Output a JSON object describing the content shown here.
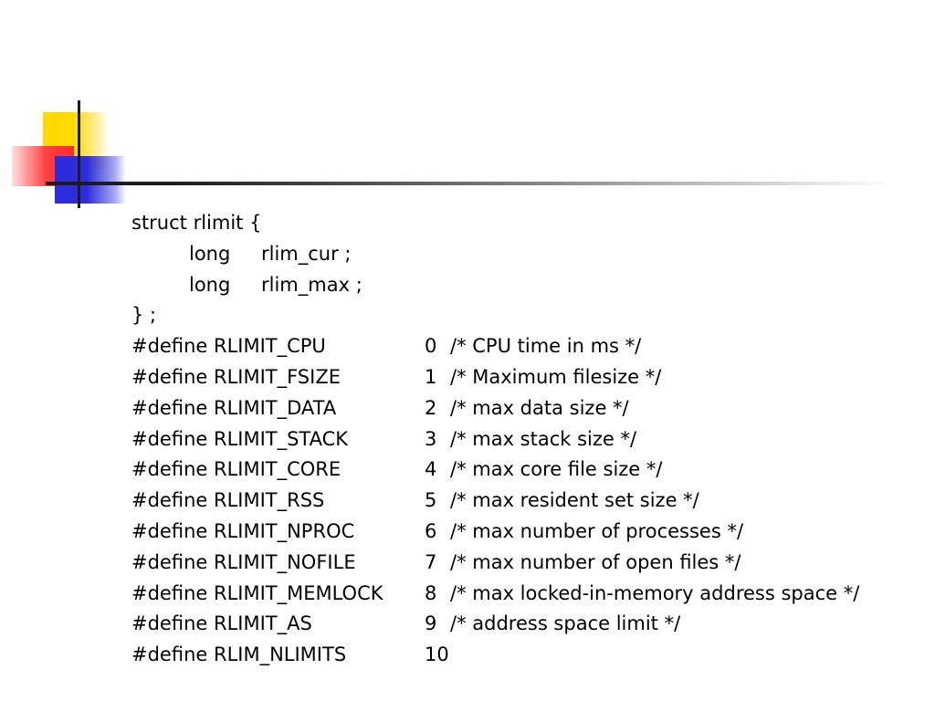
{
  "struct": {
    "open": "struct rlimit {",
    "fields": [
      {
        "type": "long",
        "name": "rlim_cur ;"
      },
      {
        "type": "long",
        "name": "rlim_max ;"
      }
    ],
    "close": "} ;"
  },
  "defines": [
    {
      "name": "#define RLIMIT_CPU",
      "value": "0",
      "comment": "/* CPU time in ms */"
    },
    {
      "name": "#define RLIMIT_FSIZE",
      "value": "1",
      "comment": "/* Maximum filesize */"
    },
    {
      "name": "#define RLIMIT_DATA",
      "value": "2",
      "comment": "/* max data size */"
    },
    {
      "name": "#define RLIMIT_STACK",
      "value": "3",
      "comment": "/* max stack size */"
    },
    {
      "name": "#define RLIMIT_CORE",
      "value": "4",
      "comment": "/* max core file size */"
    },
    {
      "name": "#define RLIMIT_RSS",
      "value": "5",
      "comment": "/* max resident set size */"
    },
    {
      "name": "#define RLIMIT_NPROC",
      "value": "6",
      "comment": "/* max number of processes */"
    },
    {
      "name": "#define RLIMIT_NOFILE",
      "value": "7",
      "comment": "/* max number of open files */"
    },
    {
      "name": "#define RLIMIT_MEMLOCK",
      "value": "8",
      "comment": "/* max locked-in-memory address space */"
    },
    {
      "name": "#define RLIMIT_AS",
      "value": "9",
      "comment": "/* address space limit */"
    },
    {
      "name": "#define RLIM_NLIMITS",
      "value": "10",
      "comment": ""
    }
  ]
}
